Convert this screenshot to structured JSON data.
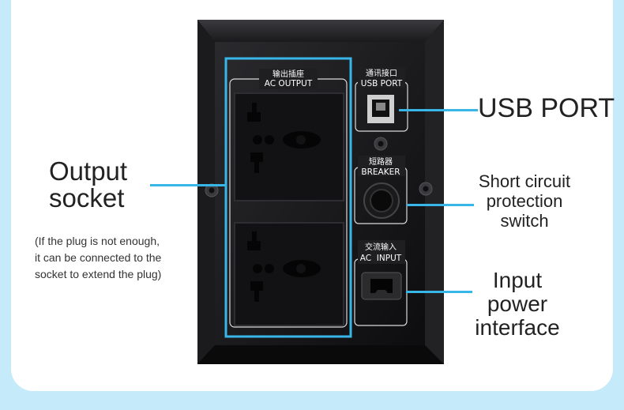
{
  "device": {
    "ac_output_cn": "输出插座",
    "ac_output_en": "AC OUTPUT",
    "usb_cn": "通讯接口",
    "usb_en": "USB PORT",
    "breaker_cn": "短路器",
    "breaker_en": "BREAKER",
    "ac_input_cn": "交流输入",
    "ac_input_en": "AC  INPUT"
  },
  "callouts": {
    "usb_port": "USB PORT",
    "output_socket_line1": "Output",
    "output_socket_line2": "socket",
    "note_line1": "(If the plug is not enough,",
    "note_line2": "it can be connected to the",
    "note_line3": "socket to extend the plug)",
    "short_circuit_line1": "Short circuit",
    "short_circuit_line2": "protection",
    "short_circuit_line3": "switch",
    "input_power_line1": "Input",
    "input_power_line2": "power",
    "input_power_line3": "interface"
  },
  "colors": {
    "background": "#c5ebfa",
    "card": "#ffffff",
    "accent": "#39b6e8",
    "device_body": "#141416"
  }
}
